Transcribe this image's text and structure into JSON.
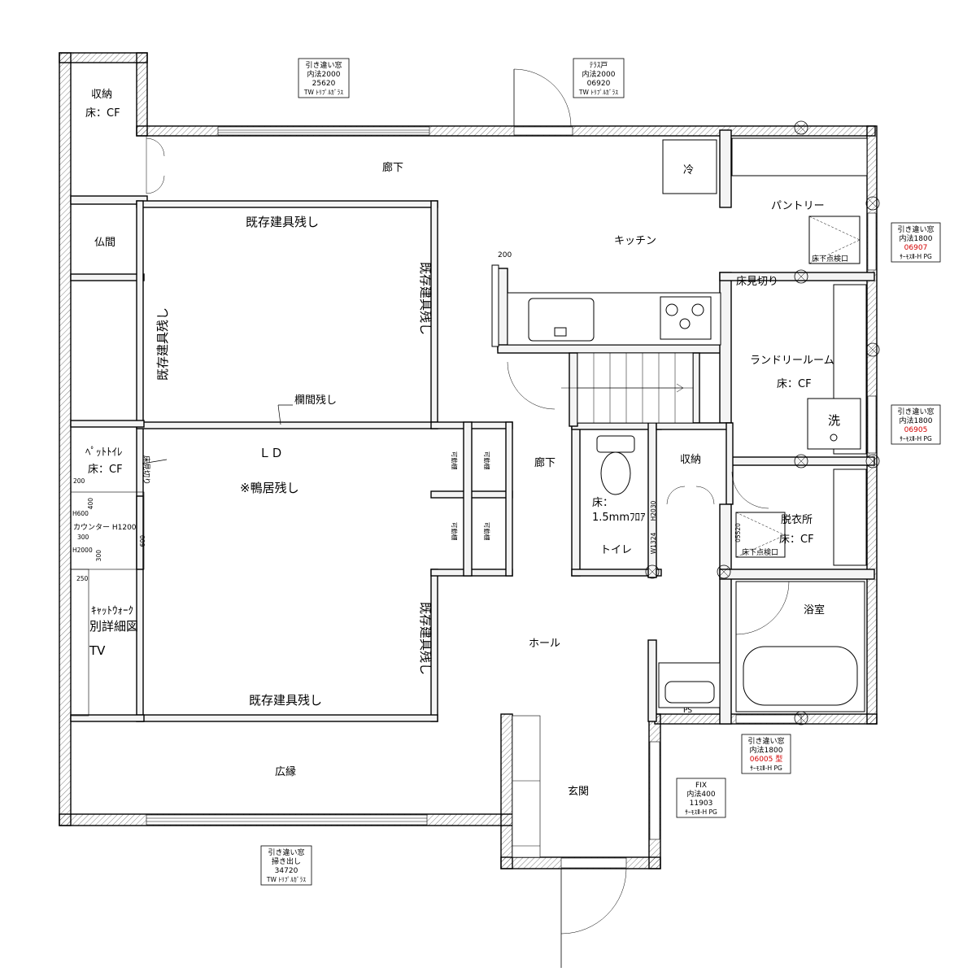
{
  "rooms": {
    "storage_nw": "収納",
    "storage_nw_floor": "床：CF",
    "butsuma": "仏間",
    "corridor_n": "廊下",
    "existing_fitting_top": "既存建具残し",
    "existing_fitting_left": "既存建具残し",
    "existing_fitting_right_upper": "既存建具残し",
    "existing_fitting_right_lower": "既存建具残し",
    "existing_fitting_bottom": "既存建具残し",
    "ranma": "欄間残し",
    "ld": "ＬＤ",
    "kamoi": "※鴨居残し",
    "pet_toilet": "ﾍﾟｯﾄﾄｲﾚ",
    "pet_toilet_floor": "床：CF",
    "floor_parting_vert": "床見切り",
    "counter": "カウンター H1200",
    "catwalk": "ｷｬｯﾄｳｫｰｸ",
    "detail_drawing": "別詳細図",
    "tv": "TV",
    "hiroen": "広縁",
    "kitchen": "キッチン",
    "fridge": "冷",
    "pantry": "パントリー",
    "under_floor_hatch": "床下点検口",
    "floor_parting": "床見切り",
    "laundry": "ランドリールーム",
    "laundry_floor": "床：CF",
    "washer": "洗",
    "corridor_c": "廊下",
    "toilet_floor_1": "床：",
    "toilet_floor_2": "1.5mmﾌﾛｱ",
    "toilet": "トイレ",
    "storage_c": "収納",
    "dressing": "脱衣所",
    "dressing_floor": "床：CF",
    "under_floor_hatch_2": "床下点検口",
    "bath": "浴室",
    "hall": "ホール",
    "entrance": "玄関",
    "shelf_1": "可動棚",
    "shelf_2": "可動棚",
    "shelf_3": "可動棚",
    "shelf_4": "可動棚",
    "ps": "PS"
  },
  "dimensions": {
    "d200_top": "200",
    "d200": "200",
    "d400": "400",
    "h600": "H600",
    "d300": "300",
    "h2000": "H2000",
    "d300b": "300",
    "d600": "600",
    "d250": "250",
    "h2030": "H2030",
    "w1324": "W1324",
    "d05520": "05520"
  },
  "windows": {
    "w1": [
      "引き違い窓",
      "内法2000",
      "25620",
      "TW ﾄﾘﾌﾟﾙｶﾞﾗｽ"
    ],
    "w2": [
      "ﾃﾗｽ戸",
      "内法2000",
      "06920",
      "TW ﾄﾘﾌﾟﾙｶﾞﾗｽ"
    ],
    "w3": [
      "引き違い窓",
      "内法1800",
      "06907",
      "ｻｰﾓｽⅡ-H PG"
    ],
    "w4": [
      "引き違い窓",
      "内法1800",
      "06905",
      "ｻｰﾓｽⅡ-H PG"
    ],
    "w5": [
      "引き違い窓",
      "内法1800",
      "06005 型",
      "ｻｰﾓｽⅡ-H PG"
    ],
    "w6": [
      "FIX",
      "内法400",
      "11903",
      "ｻｰﾓｽⅡ-H PG"
    ],
    "w7": [
      "引き違い窓",
      "掃き出し",
      "34720",
      "TW ﾄﾘﾌﾟﾙｶﾞﾗｽ"
    ]
  },
  "colors": {
    "ink": "#000000",
    "wall_fill": "#f4f4f4",
    "sash_code_red": "#d40000"
  }
}
